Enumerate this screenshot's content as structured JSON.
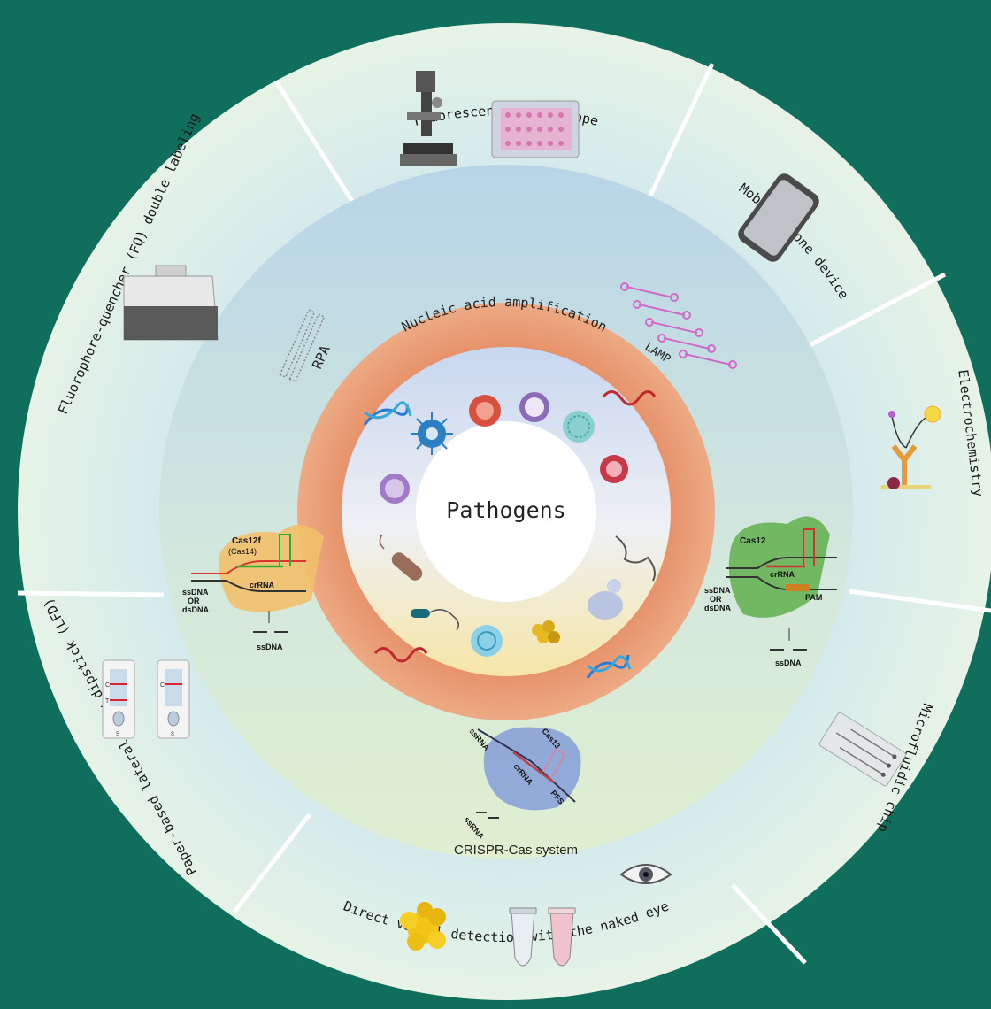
{
  "center": {
    "label": "Pathogens"
  },
  "rings": {
    "middle_top_label": "Nucleic acid amplification",
    "middle_bottom_label": "CRISPR-Cas system"
  },
  "amplification": {
    "rpa": "RPA",
    "lamp": "LAMP"
  },
  "cas12f": {
    "name": "Cas12f",
    "alt": "(Cas14)",
    "guide": "crRNA",
    "target_1": "ssDNA",
    "target_or": "OR",
    "target_2": "dsDNA",
    "product": "ssDNA"
  },
  "cas12": {
    "name": "Cas12",
    "guide": "crRNA",
    "pam": "PAM",
    "target_1": "ssDNA",
    "target_or": "OR",
    "target_2": "dsDNA",
    "product": "ssDNA"
  },
  "cas13": {
    "name": "Cas13",
    "target": "ssRNA",
    "guide": "crRNA",
    "pfs": "PFS",
    "product": "ssRNA"
  },
  "outer_sectors": [
    "Fluorescence microscope",
    "Mobile phone device",
    "Electrochemistry",
    "Microfluidic chip",
    "Direct visual detection with the naked eye",
    "Paper-based lateral flow dipstick (LFD)",
    "Fluorophore-quencher (FQ) double labeling"
  ],
  "strip": {
    "c": "C",
    "t": "T",
    "s": "S"
  },
  "colors": {
    "background": "#0f6e5c",
    "outer_ring": "#d6ecf2",
    "middle_ring": "#cfe3ea",
    "orange_ring": "#e98f6a",
    "inner_ring": "#dfe8f3",
    "center": "#ffffff",
    "cas12f_body": "#f2c06a",
    "cas12_body": "#6db55c",
    "cas13_body": "#8aa2d8"
  }
}
